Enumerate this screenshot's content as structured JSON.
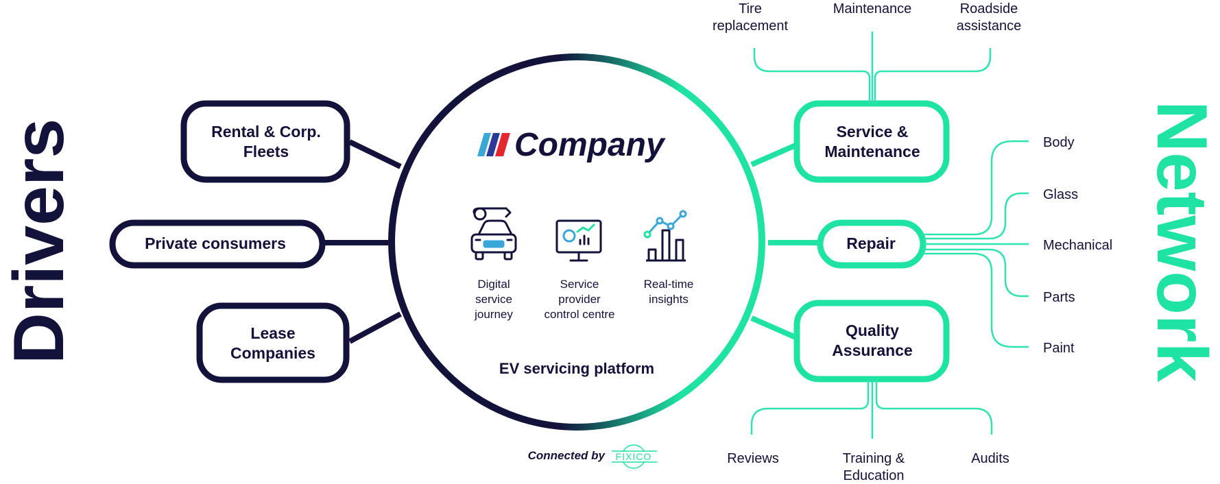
{
  "colors": {
    "navy": "#13123a",
    "mint": "#1ee3a2",
    "mint_light": "#2fe3b0"
  },
  "side_labels": {
    "left": "Drivers",
    "right": "Network"
  },
  "brand": {
    "name": "Company",
    "icon": "three-slash-stripes-icon"
  },
  "platform": {
    "title": "EV servicing platform",
    "features": [
      {
        "icon": "car-wrench-icon",
        "lines": [
          "Digital",
          "service",
          "journey"
        ]
      },
      {
        "icon": "monitor-dashboard-icon",
        "lines": [
          "Service",
          "provider",
          "control centre"
        ]
      },
      {
        "icon": "bar-chart-trend-icon",
        "lines": [
          "Real-time",
          "insights"
        ]
      }
    ]
  },
  "drivers": [
    {
      "lines": [
        "Rental & Corp.",
        "Fleets"
      ]
    },
    {
      "lines": [
        "Private consumers"
      ]
    },
    {
      "lines": [
        "Lease",
        "Companies"
      ]
    }
  ],
  "network": [
    {
      "lines": [
        "Service &",
        "Maintenance"
      ],
      "children": [
        {
          "lines": [
            "Tire",
            "replacement"
          ]
        },
        {
          "lines": [
            "Maintenance"
          ]
        },
        {
          "lines": [
            "Roadside",
            "assistance"
          ]
        }
      ]
    },
    {
      "lines": [
        "Repair"
      ],
      "children": [
        {
          "lines": [
            "Body"
          ]
        },
        {
          "lines": [
            "Glass"
          ]
        },
        {
          "lines": [
            "Mechanical"
          ]
        },
        {
          "lines": [
            "Parts"
          ]
        },
        {
          "lines": [
            "Paint"
          ]
        }
      ]
    },
    {
      "lines": [
        "Quality",
        "Assurance"
      ],
      "children": [
        {
          "lines": [
            "Reviews"
          ]
        },
        {
          "lines": [
            "Training &",
            "Education"
          ]
        },
        {
          "lines": [
            "Audits"
          ]
        }
      ]
    }
  ],
  "footer": {
    "connected_by": "Connected by",
    "logo_text": "FIXICO"
  }
}
